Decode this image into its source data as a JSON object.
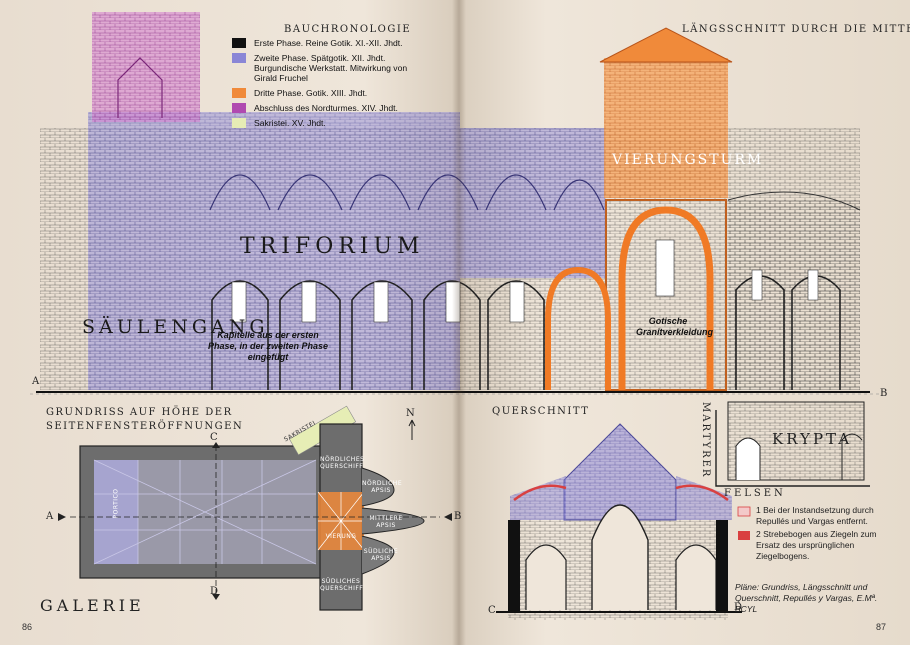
{
  "legend": {
    "title": "BAUCHRONOLOGIE",
    "items": [
      {
        "color": "#111111",
        "text": "Erste Phase. Reine Gotik. XI.-XII. Jhdt."
      },
      {
        "color": "#8a86d6",
        "text": "Zweite Phase. Spätgotik. XII. Jhdt. Burgundische Werkstatt. Mitwirkung von Girald Fruchel"
      },
      {
        "color": "#f08a3a",
        "text": "Dritte Phase. Gotik. XIII. Jhdt."
      },
      {
        "color": "#b04ab0",
        "text": "Abschluss des Nordturmes. XIV. Jhdt."
      },
      {
        "color": "#e6edb5",
        "text": "Sakristei. XV. Jhdt."
      }
    ]
  },
  "section_titles": {
    "longitudinal": "LÄNGSSCHNITT DURCH DIE MITTE",
    "groundplan": "GRUNDRISS AUF HÖHE DER SEITENFENSTERÖFFNUNGEN",
    "cross": "QUERSCHNITT"
  },
  "labels": {
    "triforium": "TRIFORIUM",
    "saeulengang": "SÄULENGANG",
    "vierungsturm": "VIERUNGSTURM",
    "krypta": "KRYPTA",
    "martyrer": "MARTYRER",
    "felsen": "FELSEN",
    "galerie": "GALERIE",
    "portico": "PORTICO",
    "sakristei": "SAKRISTEI",
    "noerdliches_querschiff": "NÖRDLICHES QUERSCHIFF",
    "noerdliche_apsis": "NÖRDLICHE APSIS",
    "mittlere_apsis": "MITTLERE APSIS",
    "vierung": "VIERUNG",
    "suedliche_apsis": "SÜDLICHE APSIS",
    "suedliches_querschiff": "SÜDLICHES QUERSCHIFF",
    "north": "N"
  },
  "annotations": {
    "kapitelle": "Kapitelle aus der ersten Phase, in der zweiten Phase eingefügt",
    "granit": "Gotische Granitverkleidung"
  },
  "markers": {
    "a": "A",
    "b": "B",
    "c": "C",
    "d": "D"
  },
  "restoration_notes": [
    {
      "num": "1",
      "text": "Bei der Instandsetzung durch Repullés und Vargas entfernt.",
      "color": "#f3c9c9"
    },
    {
      "num": "2",
      "text": "Strebebogen aus Ziegeln zum Ersatz des ursprünglichen Ziegelbogens.",
      "color": "#d94040"
    }
  ],
  "credit": "Pläne: Grundriss, Längsschnitt und Querschnitt, Repullés y Vargas, E.Mª. BCYL",
  "page_numbers": {
    "left": "86",
    "right": "87"
  }
}
